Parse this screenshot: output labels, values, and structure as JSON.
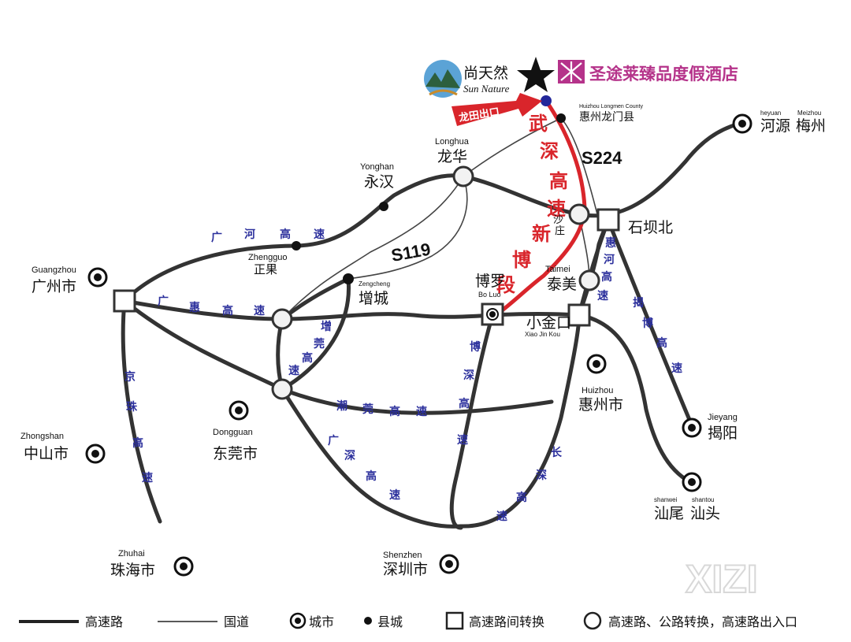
{
  "brand": {
    "logo_cn": "尚天然",
    "logo_en": "Sun Nature",
    "hotel": "圣途莱臻品度假酒店",
    "hotel_color": "#b5338a"
  },
  "exit_sign": "龙田出口",
  "red_route": [
    "武",
    "深",
    "高",
    "速",
    "新",
    "博",
    "段"
  ],
  "route_numbers": {
    "s224": "S224",
    "s119": "S119"
  },
  "places": {
    "guangzhou": {
      "cn": "广州市",
      "en": "Guangzhou"
    },
    "zhongshan": {
      "cn": "中山市",
      "en": "Zhongshan"
    },
    "zhuhai": {
      "cn": "珠海市",
      "en": "Zhuhai"
    },
    "dongguan": {
      "cn": "东莞市",
      "en": "Dongguan"
    },
    "shenzhen": {
      "cn": "深圳市",
      "en": "Shenzhen"
    },
    "huizhou": {
      "cn": "惠州市",
      "en": "Huizhou"
    },
    "heyuan": {
      "cn": "河源",
      "en": "heyuan"
    },
    "meizhou": {
      "cn": "梅州",
      "en": "Meizhou"
    },
    "jieyang": {
      "cn": "揭阳",
      "en": "Jieyang"
    },
    "shanwei": {
      "cn": "汕尾",
      "en": "shanwei"
    },
    "shantou": {
      "cn": "汕头",
      "en": "shantou"
    },
    "longmen": {
      "cn": "惠州龙门县",
      "en": "Huizhou Longmen County"
    },
    "longhua": {
      "cn": "龙华",
      "en": "Longhua"
    },
    "yonghan": {
      "cn": "永汉",
      "en": "Yonghan"
    },
    "zhengguo": {
      "cn": "正果",
      "en": "Zhengguo"
    },
    "zengcheng": {
      "cn": "增城",
      "en": "Zengcheng"
    },
    "boluo": {
      "cn": "博罗",
      "en": "Bo Luo"
    },
    "taimei": {
      "cn": "泰美",
      "en": "Taimei"
    },
    "xiaojinkou": {
      "cn": "小金口",
      "en": "Xiao Jin Kou"
    },
    "shibabei": {
      "cn": "石坝北"
    },
    "shazhuang_a": {
      "cn": "沙"
    },
    "shazhuang_b": {
      "cn": "庄"
    }
  },
  "highways": {
    "guanghe": [
      "广",
      "河",
      "高",
      "速"
    ],
    "guanghui": [
      "广",
      "惠",
      "高",
      "速"
    ],
    "zengguan": [
      "增",
      "莞",
      "高",
      "速"
    ],
    "chaoguan": [
      "潮",
      "莞",
      "高",
      "速"
    ],
    "guangshen": [
      "广",
      "深",
      "高",
      "速"
    ],
    "boshen": [
      "博",
      "深",
      "高",
      "速"
    ],
    "changshen": [
      "长",
      "深",
      "高",
      "速"
    ],
    "jingzhu": [
      "京",
      "珠",
      "高",
      "速"
    ],
    "huihe": [
      "惠",
      "河",
      "高",
      "速"
    ],
    "jiebo": [
      "揭",
      "博",
      "高",
      "速"
    ]
  },
  "legend": {
    "expressway": "高速路",
    "national_road": "国道",
    "city": "城市",
    "county": "县城",
    "interchange": "高速路间转换",
    "exit": "高速路、公路转换，高速路出入口"
  },
  "watermark": "XIZI",
  "colors": {
    "road": "#333333",
    "red_route": "#d9252b",
    "label_blue": "#2b2f9c"
  }
}
